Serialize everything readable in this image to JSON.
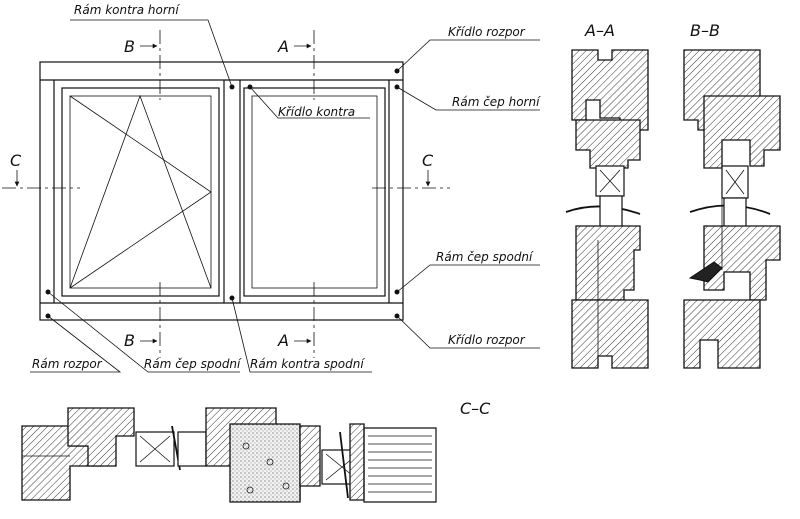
{
  "labels": {
    "ram_kontra_horni": "Rám kontra horní",
    "kridlo_kontra": "Křídlo kontra",
    "kridlo_rozpor_top": "Křídlo rozpor",
    "ram_cep_horni": "Rám čep horní",
    "ram_cep_spodni_right": "Rám čep spodní",
    "kridlo_rozpor_bottom": "Křídlo rozpor",
    "ram_rozpor": "Rám rozpor",
    "ram_cep_spodni_left": "Rám čep spodní",
    "ram_kontra_spodni": "Rám kontra spodní"
  },
  "section_marks": {
    "b_top": "B",
    "a_top": "A",
    "b_bottom": "B",
    "a_bottom": "A",
    "c_left": "C",
    "c_right": "C"
  },
  "section_titles": {
    "aa": "A–A",
    "bb": "B–B",
    "cc": "C–C"
  }
}
